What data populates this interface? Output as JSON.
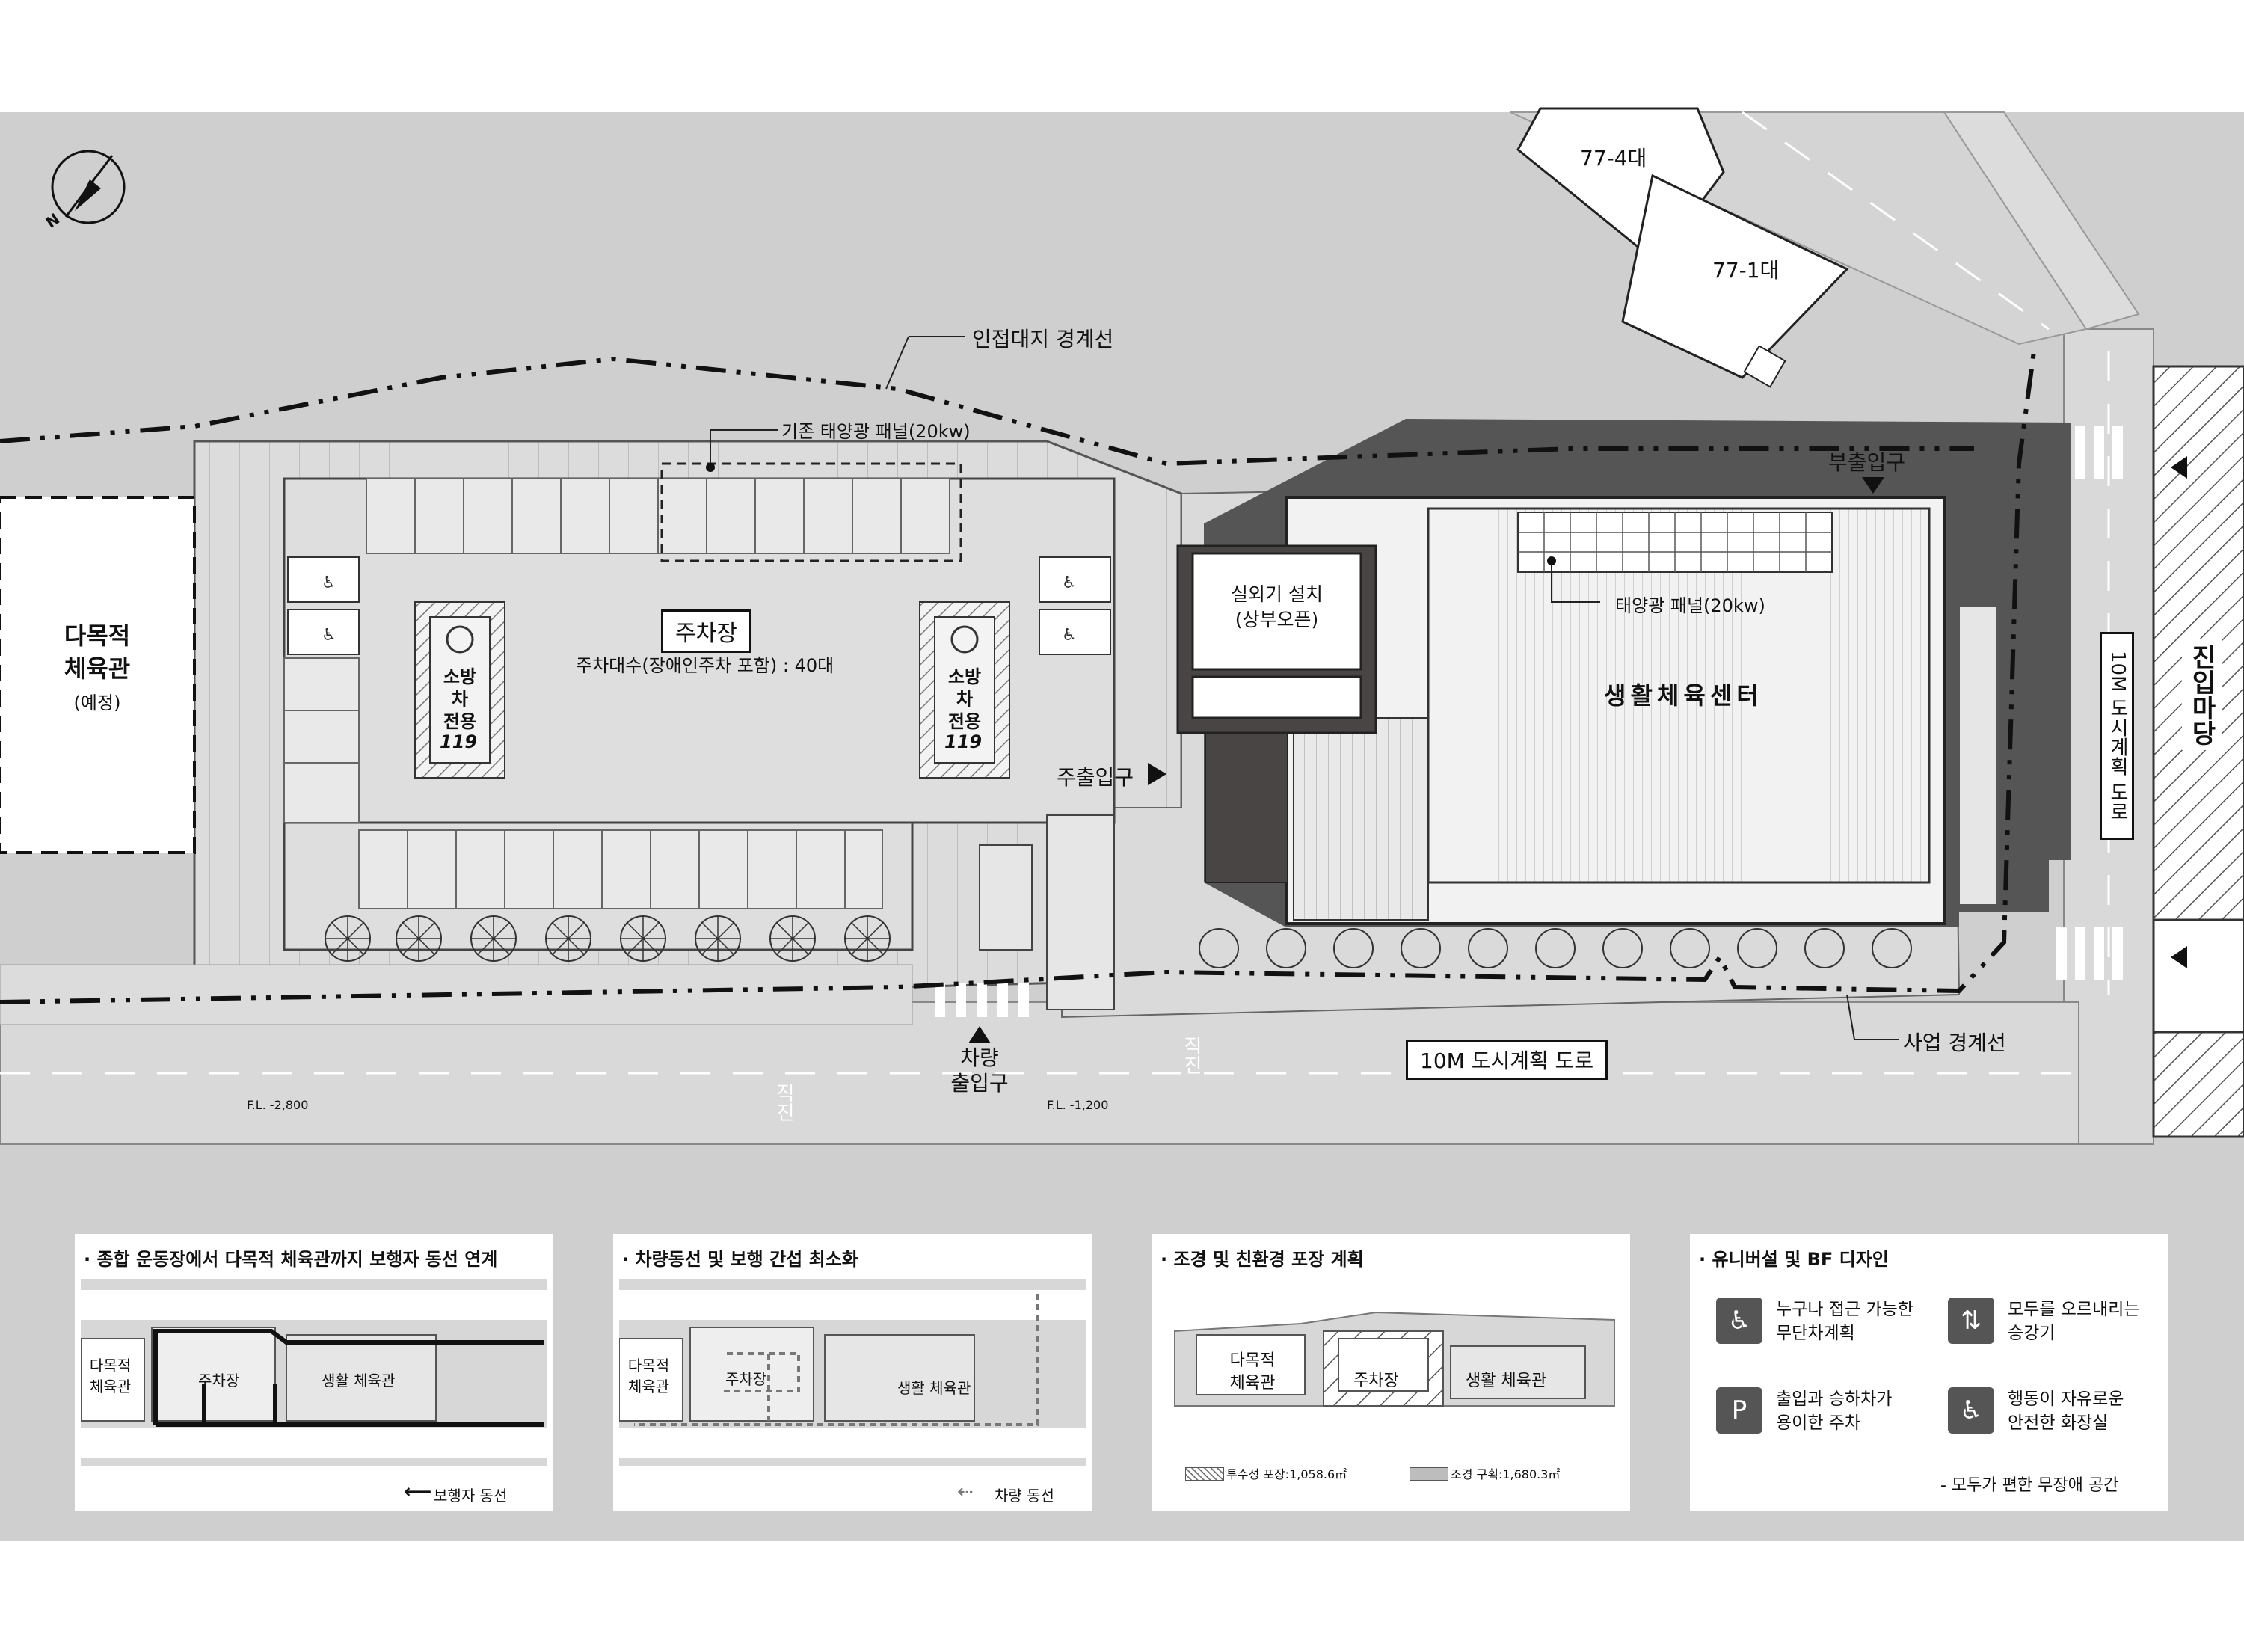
{
  "labels": {
    "adjacent_lot_a": "77-4대",
    "adjacent_lot_b": "77-1대",
    "adjacent_boundary": "인접대지 경계선",
    "existing_solar": "기존 태양광 패널(20kw)",
    "sub_entrance": "부출입구",
    "main_entrance": "주출입구",
    "solar_panel": "태양광 패널(20kw)",
    "outdoor_unit": "실외기 설치\n(상부오픈)",
    "center_name": "생활체육센터",
    "parking_title": "주차장",
    "parking_count": "주차대수(장애인주차 포함) : 40대",
    "fire_zone": "소방차 전용",
    "fire_number": "119",
    "multi_gym": "다목적\n체육관",
    "multi_gym_note": "(예정)",
    "vehicle_entrance": "차량\n출입구",
    "road_bottom": "10M 도시계획 도로",
    "road_right": "10M 도시계획 도로",
    "right_area": "진입마당",
    "project_boundary": "사업 경계선",
    "straight_left": "직진",
    "straight_right": "직진",
    "fl_left": "F.L. -2,800",
    "fl_right": "F.L. -1,200",
    "north": "N"
  },
  "panels": [
    {
      "title": "· 종합 운동장에서 다목적 체육관까지 보행자 동선 연계",
      "gym": "다목적\n체육관",
      "parking": "주차장",
      "center": "생활 체육관",
      "legend": "보행자 동선"
    },
    {
      "title": "· 차량동선 및 보행 간섭 최소화",
      "gym": "다목적\n체육관",
      "parking": "주차장",
      "center": "생활 체육관",
      "legend": "차량 동선"
    },
    {
      "title": "· 조경 및 친환경 포장 계획",
      "gym": "다목적\n체육관",
      "parking": "주차장",
      "center": "생활 체육관",
      "legend_a": "투수성 포장:1,058.6㎡",
      "legend_b": "조경 구획:1,680.3㎡"
    },
    {
      "title": "· 유니버설 및 BF 디자인",
      "items": [
        {
          "icon": "wheelchair-ramp-icon",
          "text": "누구나 접근 가능한\n무단차계획"
        },
        {
          "icon": "elevator-icon",
          "text": "모두를 오르내리는\n승강기"
        },
        {
          "icon": "accessible-parking-icon",
          "text": "출입과 승하차가\n용이한 주차"
        },
        {
          "icon": "accessible-restroom-icon",
          "text": "행동이 자유로운\n안전한 화장실"
        }
      ],
      "footer": "- 모두가 편한 무장애 공간"
    }
  ],
  "colors": {
    "ground": "#cfcfcf",
    "paving": "#e2e2e2",
    "building": "#ededed",
    "shadow": "#555555",
    "dark_block": "#4a4545"
  }
}
